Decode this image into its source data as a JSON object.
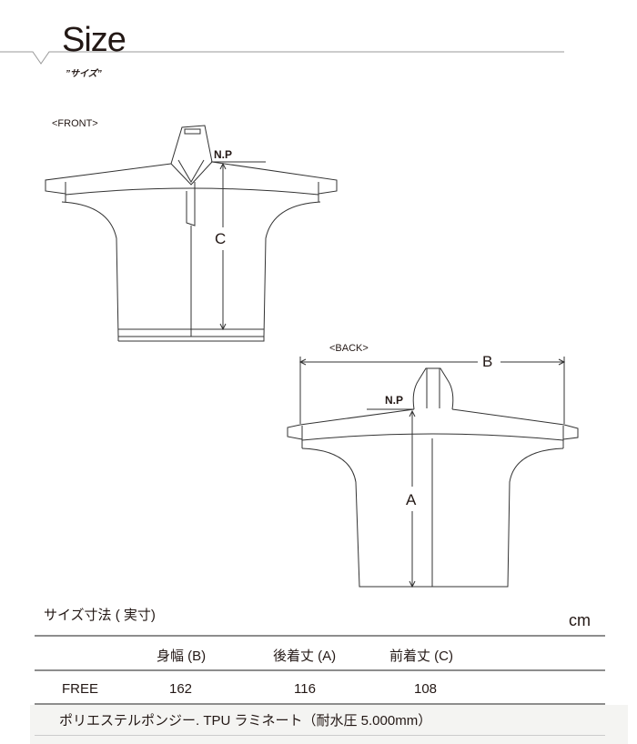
{
  "header": {
    "title": "Size",
    "subtitle": "”サイズ”"
  },
  "diagrams": {
    "front": {
      "label": "<FRONT>",
      "np_label": "N.P",
      "dimension_label": "C"
    },
    "back": {
      "label": "<BACK>",
      "np_label": "N.P",
      "length_label": "A",
      "width_label": "B"
    }
  },
  "size_table": {
    "heading": "サイズ寸法 ( 実寸)",
    "unit": "cm",
    "columns": [
      "身幅 (B)",
      "後着丈 (A)",
      "前着丈 (C)"
    ],
    "rows": [
      {
        "size": "FREE",
        "values": [
          "162",
          "116",
          "108"
        ]
      }
    ]
  },
  "material_note": "ポリエステルポンジー.  TPU ラミネート（耐水圧 5.000mm）"
}
